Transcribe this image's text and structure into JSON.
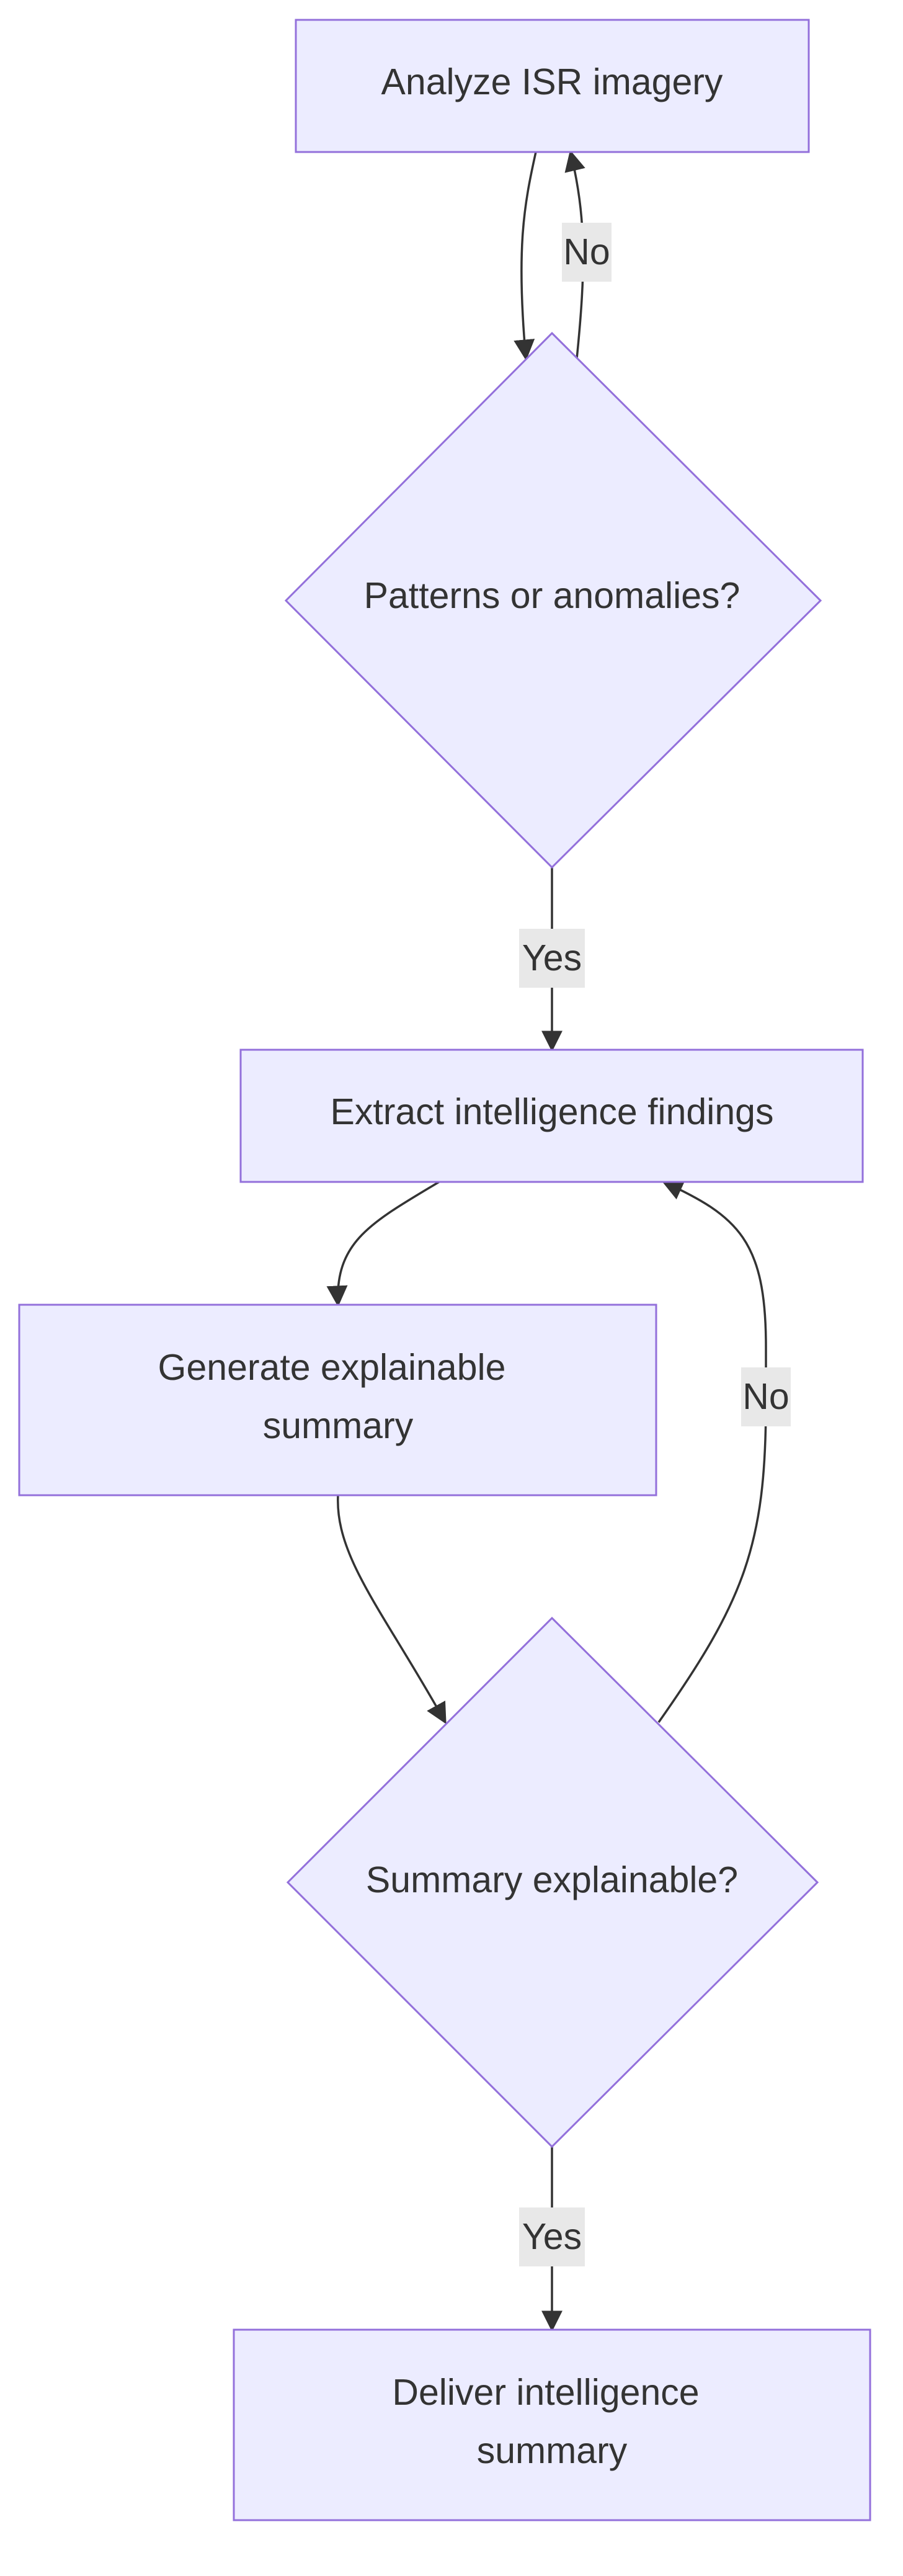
{
  "colors": {
    "node_fill": "#ECECFF",
    "node_stroke": "#9370DB",
    "edge": "#333333",
    "label_bg": "#E8E8E8",
    "text": "#333333"
  },
  "nodes": {
    "analyze": {
      "line1": "Analyze ISR imagery"
    },
    "patterns": {
      "line1": "Patterns or anomalies?"
    },
    "extract": {
      "line1": "Extract intelligence findings"
    },
    "generate": {
      "line1": "Generate explainable",
      "line2": "summary"
    },
    "explainable": {
      "line1": "Summary explainable?"
    },
    "deliver": {
      "line1": "Deliver intelligence",
      "line2": "summary"
    }
  },
  "edges": {
    "patterns_no": "No",
    "patterns_yes": "Yes",
    "explainable_no": "No",
    "explainable_yes": "Yes"
  }
}
